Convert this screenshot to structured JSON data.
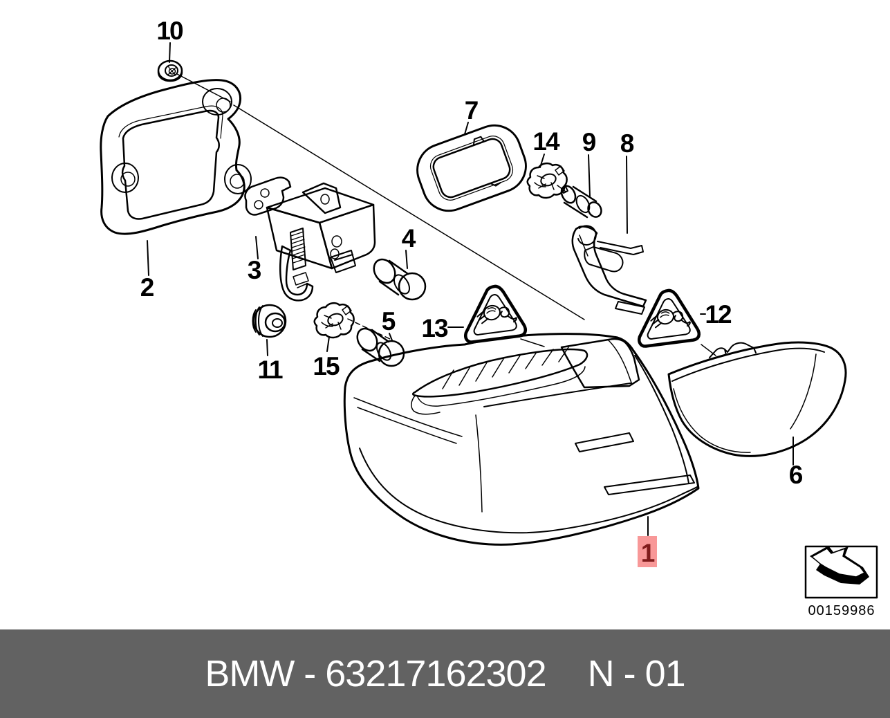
{
  "footer": {
    "catalog": "BMW - 63217162302",
    "sheet": "N - 01"
  },
  "stamp": {
    "image_number": "00159986"
  },
  "callouts": {
    "1": "1",
    "2": "2",
    "3": "3",
    "4": "4",
    "5": "5",
    "6": "6",
    "7": "7",
    "8": "8",
    "9": "9",
    "10": "10",
    "11": "11",
    "12": "12",
    "13": "13",
    "14": "14",
    "15": "15"
  },
  "colors": {
    "paper": "#ffffff",
    "line": "#000000",
    "footer_bg": "#626262",
    "footer_text": "#ffffff",
    "highlight_bg": "#f89898",
    "highlight_text": "#801c1c"
  }
}
